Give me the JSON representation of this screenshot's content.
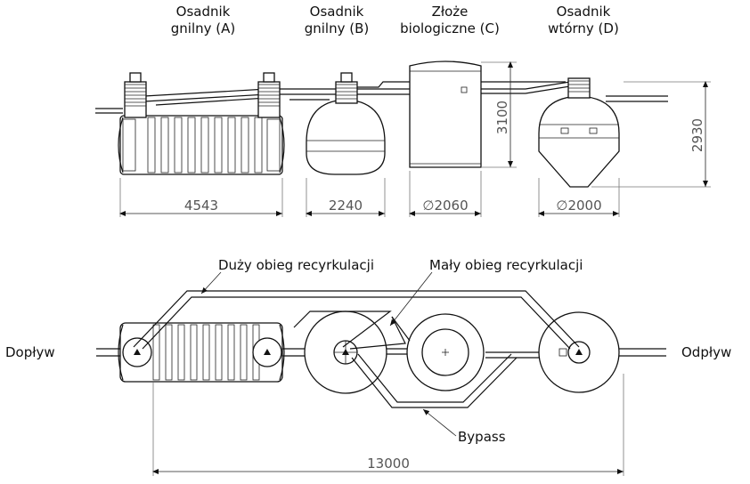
{
  "labels": {
    "tank_a": [
      "Osadnik",
      "gnilny (A)"
    ],
    "tank_b": [
      "Osadnik",
      "gnilny (B)"
    ],
    "tank_c": [
      "Złoże",
      "biologiczne (C)"
    ],
    "tank_d": [
      "Osadnik",
      "wtórny (D)"
    ],
    "recirc_large": "Duży obieg recyrkulacji",
    "recirc_small": "Mały obieg recyrkulacji",
    "bypass": "Bypass",
    "inflow": "Dopływ",
    "outflow": "Odpływ"
  },
  "dimensions": {
    "len_a": "4543",
    "len_b": "2240",
    "dia_c": "∅2060",
    "dia_d": "∅2000",
    "height_c": "3100",
    "height_d": "2930",
    "total_length": "13000"
  }
}
